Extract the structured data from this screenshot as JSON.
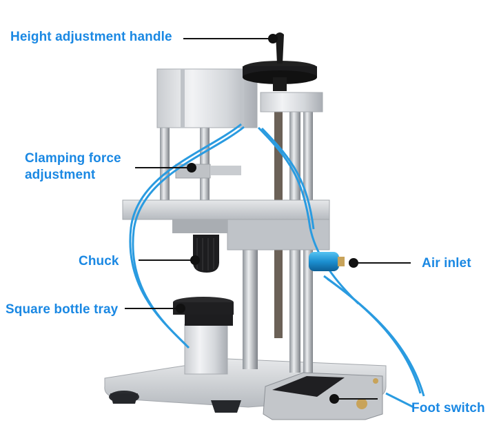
{
  "diagram": {
    "subject": "Pneumatic bottle capping machine",
    "accent_color": "#1a88e3",
    "leader_color": "#111111",
    "labels": [
      {
        "id": "height-adjustment-handle",
        "text": "Height adjustment handle"
      },
      {
        "id": "clamping-force-adjustment",
        "line1": "Clamping force",
        "line2": "adjustment"
      },
      {
        "id": "chuck",
        "text": "Chuck"
      },
      {
        "id": "square-bottle-tray",
        "text": "Square bottle tray"
      },
      {
        "id": "air-inlet",
        "text": "Air inlet"
      },
      {
        "id": "foot-switch",
        "text": "Foot switch"
      }
    ]
  }
}
